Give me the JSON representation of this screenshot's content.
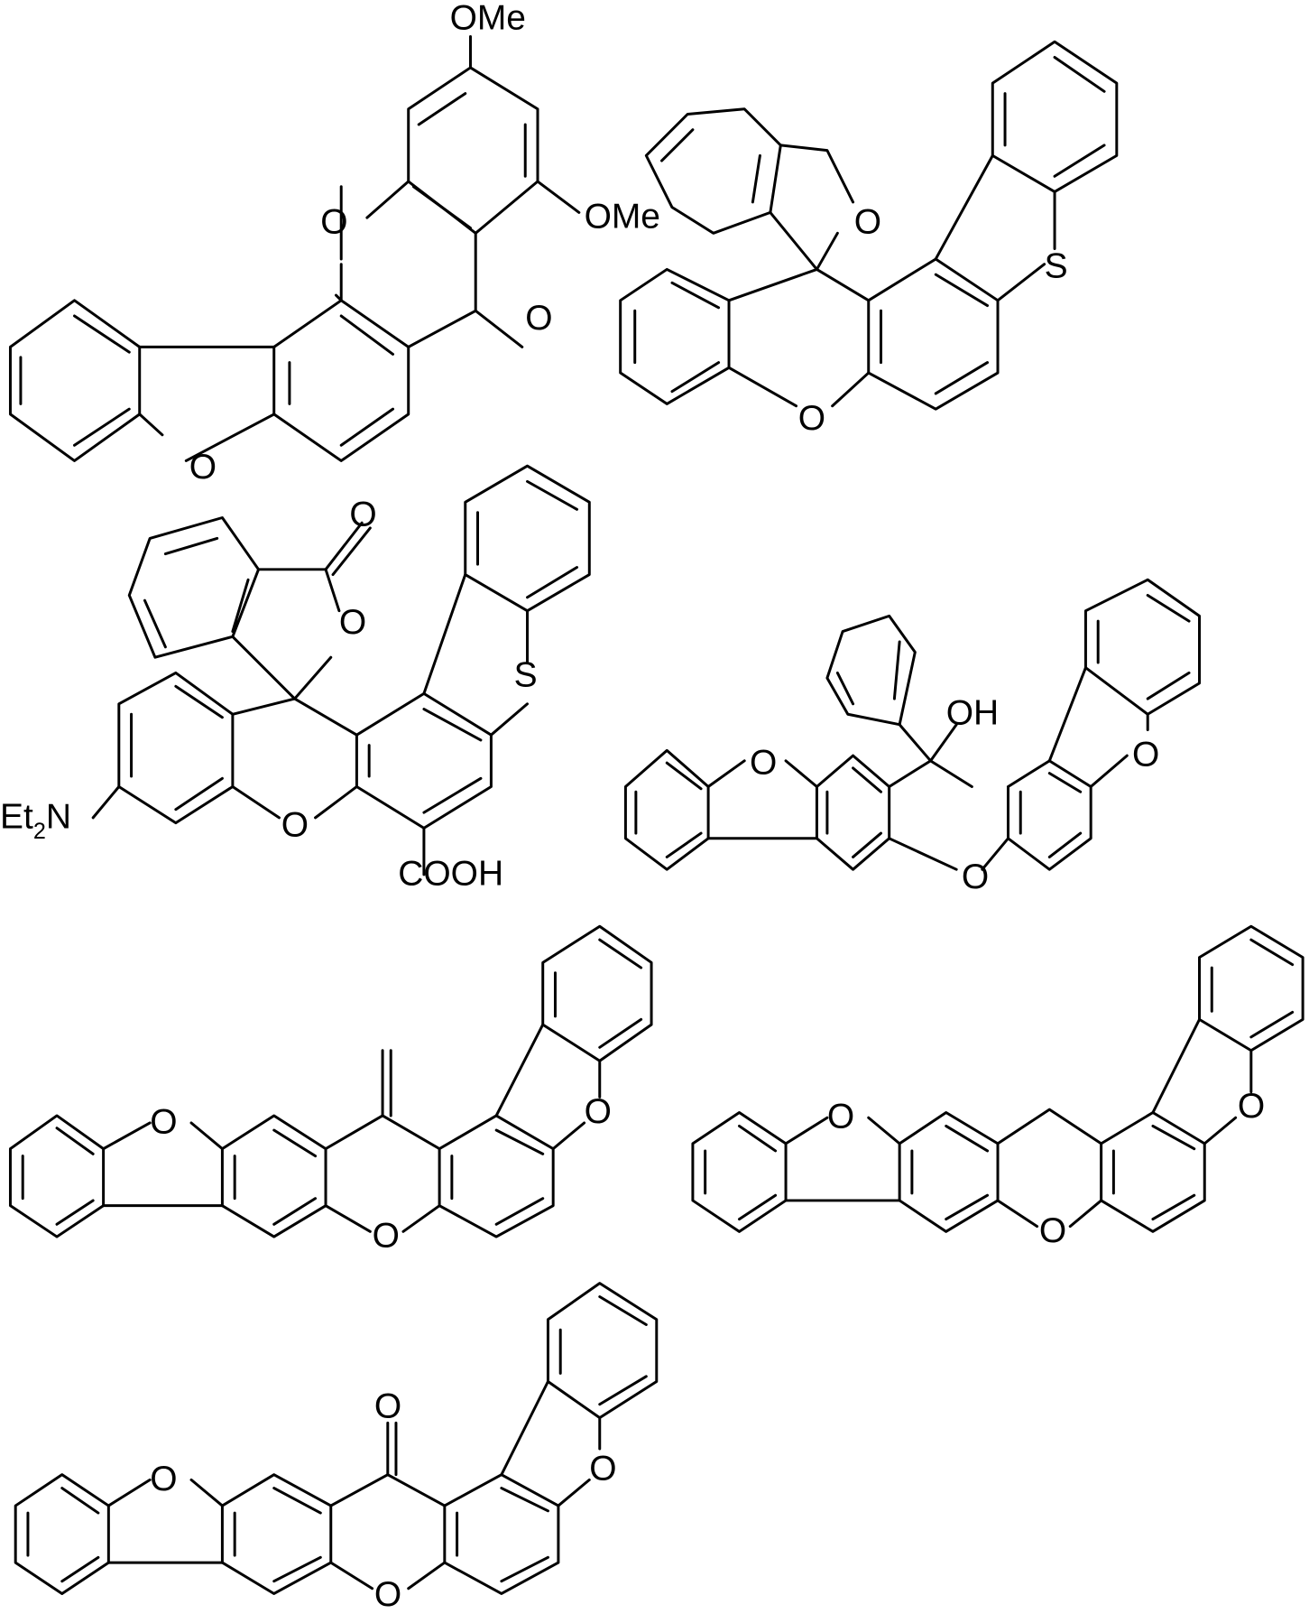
{
  "figure": {
    "type": "chemical-structures",
    "structures": [
      {
        "id": "s1",
        "labels": {
          "ome_top": "OMe",
          "ome_right": "OMe",
          "ring_o": "O",
          "carbonyl_o": "O",
          "furan_o": "O"
        }
      },
      {
        "id": "s2",
        "labels": {
          "spiro_o": "O",
          "thio_s": "S",
          "xanthene_o": "O"
        }
      },
      {
        "id": "s3",
        "labels": {
          "lactone_carbonyl_o": "O",
          "lactone_o": "O",
          "thio_s": "S",
          "xanthene_o": "O",
          "amine_et": "Et",
          "amine_sub": "2",
          "amine_n": "N",
          "acid": "COOH"
        }
      },
      {
        "id": "s4",
        "labels": {
          "hydroxyl": "OH",
          "furan_o_left": "O",
          "furan_o_right": "O",
          "xanthene_o": "O"
        }
      },
      {
        "id": "s5",
        "labels": {
          "furan_o_left": "O",
          "furan_o_right": "O",
          "xanthene_o": "O"
        }
      },
      {
        "id": "s6",
        "labels": {
          "furan_o_left": "O",
          "furan_o_right": "O",
          "xanthene_o": "O"
        }
      },
      {
        "id": "s7",
        "labels": {
          "carbonyl_o": "O",
          "furan_o_left": "O",
          "furan_o_right": "O",
          "xanthene_o": "O"
        }
      }
    ]
  }
}
